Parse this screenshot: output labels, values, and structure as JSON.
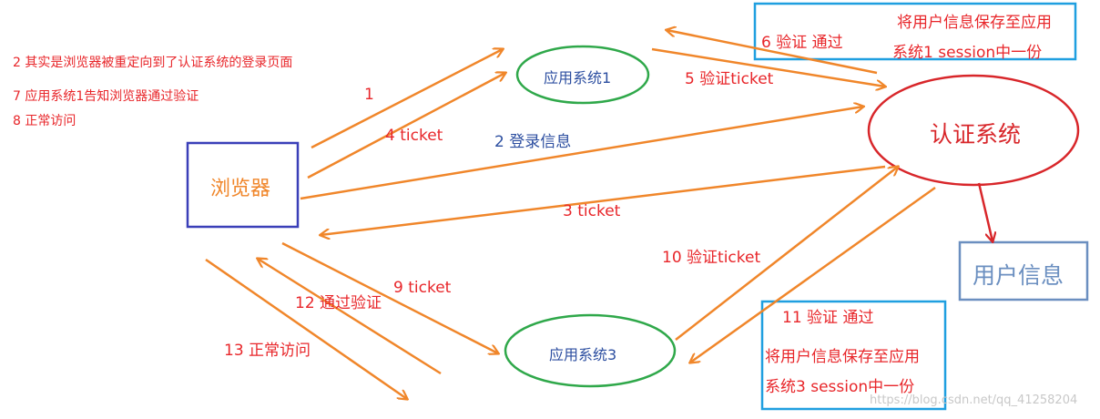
{
  "notes": [
    "2 其实是浏览器被重定向到了认证系统的登录页面",
    "7   应用系统1告知浏览器通过验证",
    "8  正常访问"
  ],
  "nodes": {
    "browser": "浏览器",
    "app1": "应用系统1",
    "app3": "应用系统3",
    "auth": "认证系统",
    "userinfo": "用户信息"
  },
  "boxes": {
    "top": {
      "line1": "6 验证 通过",
      "line2": "将用户信息保存至应用",
      "line3": "系统1 session中一份"
    },
    "bottom": {
      "line1": "11  验证 通过",
      "line2": "将用户信息保存至应用",
      "line3": "系统3 session中一份"
    }
  },
  "labels": {
    "l1": "1",
    "l2": "2  登录信息",
    "l3": "3  ticket",
    "l4": "4 ticket",
    "l5": "5  验证ticket",
    "l9": "9  ticket",
    "l10": "10  验证ticket",
    "l12": "12   通过验证",
    "l13": "13  正常访问"
  },
  "watermark": "https://blog.csdn.net/qq_41258204",
  "colors": {
    "arrow": "#f0862a",
    "red_text": "#e8262a",
    "browser_border": "#3a3fb8",
    "ellipse_green": "#2fa84a",
    "auth_red": "#d8262a",
    "box_blue": "#1f9fe0",
    "userinfo_border": "#6b8fc0",
    "node_text_blue": "#2c4ea0"
  }
}
